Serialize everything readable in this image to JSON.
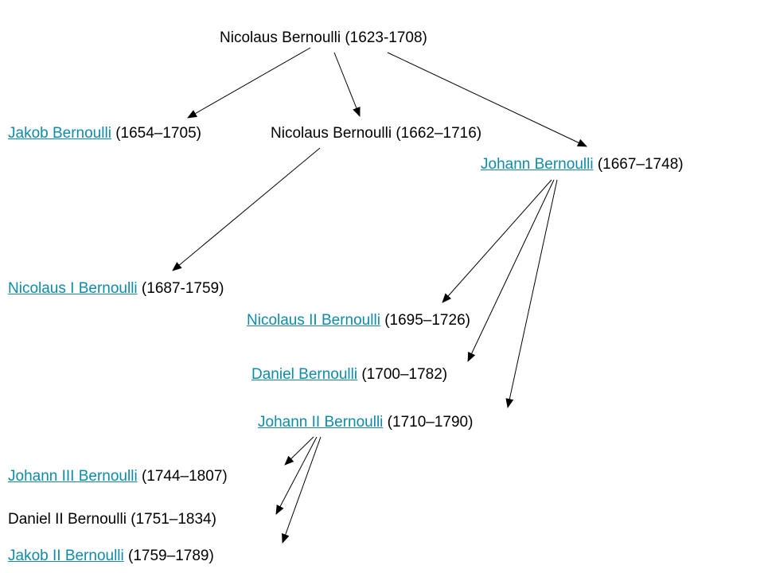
{
  "colors": {
    "link": "#0f8aa8",
    "text": "#000000",
    "arrow": "#000000"
  },
  "nodes": {
    "root": {
      "plain": "Nicolaus Bernoulli (1623-1708)"
    },
    "jakob": {
      "link": "Jakob Bernoulli",
      "years": "(1654–1705)"
    },
    "nicolaus": {
      "plain": "Nicolaus Bernoulli (1662–1716)"
    },
    "johann": {
      "link": "Johann Bernoulli",
      "years": "(1667–1748)"
    },
    "nicolaus_i": {
      "link": "Nicolaus I Bernoulli",
      "years": "(1687-1759)"
    },
    "nicolaus_ii": {
      "link": "Nicolaus II Bernoulli",
      "years": "(1695–1726)"
    },
    "daniel": {
      "link": "Daniel Bernoulli",
      "years": "(1700–1782)"
    },
    "johann_ii": {
      "link": "Johann II Bernoulli",
      "years": "(1710–1790)"
    },
    "johann_iii": {
      "link": "Johann III Bernoulli",
      "years": "(1744–1807)"
    },
    "daniel_ii": {
      "plain": "Daniel II Bernoulli (1751–1834)"
    },
    "jakob_ii": {
      "link": "Jakob II Bernoulli",
      "years": "(1759–1789)"
    }
  },
  "edges": [
    {
      "from": "root",
      "to": "jakob"
    },
    {
      "from": "root",
      "to": "nicolaus"
    },
    {
      "from": "root",
      "to": "johann"
    },
    {
      "from": "nicolaus",
      "to": "nicolaus_i"
    },
    {
      "from": "johann",
      "to": "nicolaus_ii"
    },
    {
      "from": "johann",
      "to": "daniel"
    },
    {
      "from": "johann",
      "to": "johann_ii"
    },
    {
      "from": "johann_ii",
      "to": "johann_iii"
    },
    {
      "from": "johann_ii",
      "to": "daniel_ii"
    },
    {
      "from": "johann_ii",
      "to": "jakob_ii"
    }
  ]
}
